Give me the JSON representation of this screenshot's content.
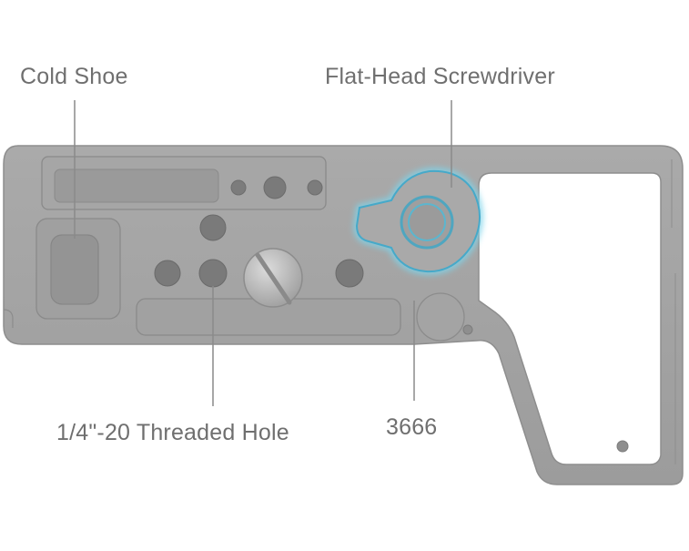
{
  "labels": {
    "cold_shoe": "Cold Shoe",
    "flat_head_screwdriver": "Flat-Head Screwdriver",
    "threaded_hole": "1/4\"-20 Threaded Hole",
    "model_number": "3666"
  },
  "colors": {
    "plate": "#a3a3a3",
    "plate_edge": "#8d8d8d",
    "recess": "#949494",
    "hole": "#7a7a7a",
    "highlight_glow": "#7fd4ea",
    "leader_line": "#8a8a8a",
    "label_text": "#6f6f6f"
  }
}
